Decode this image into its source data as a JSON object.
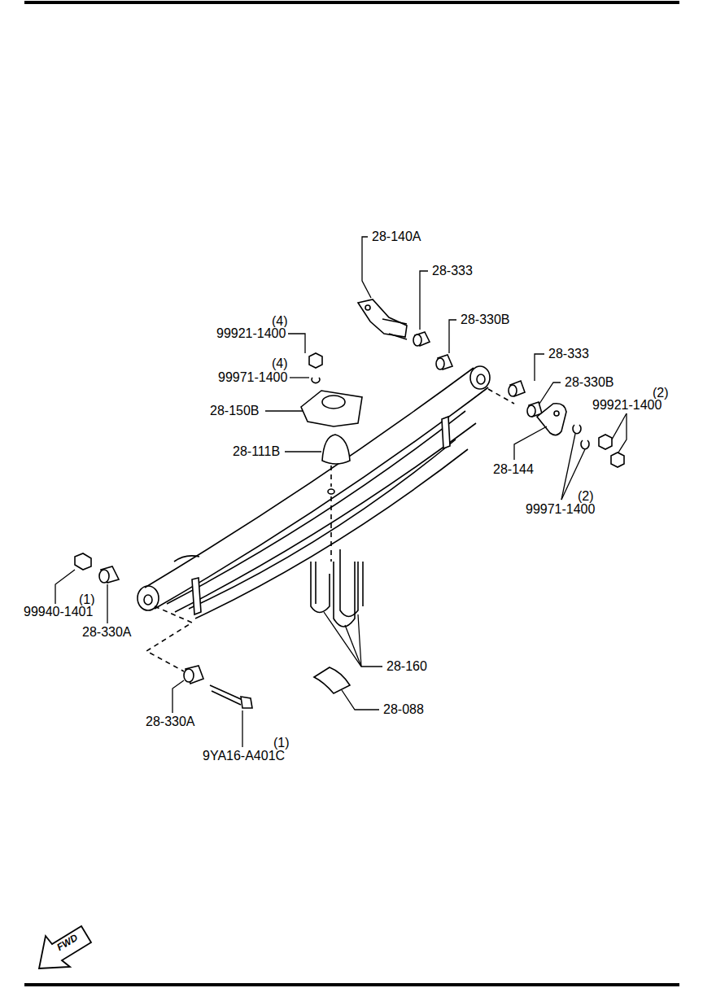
{
  "diagram": {
    "labels": [
      "28-140A",
      "28-333",
      "(4)",
      "99921-1400",
      "28-330B",
      "28-333",
      "(4)",
      "99971-1400",
      "28-330B",
      "(2)",
      "99921-1400",
      "28-150B",
      "28-111B",
      "28-144",
      "(2)",
      "99971-1400",
      "(1)",
      "99940-1401",
      "28-330A",
      "28-160",
      "28-088",
      "28-330A",
      "(1)",
      "9YA16-A401C",
      "FWD"
    ]
  }
}
